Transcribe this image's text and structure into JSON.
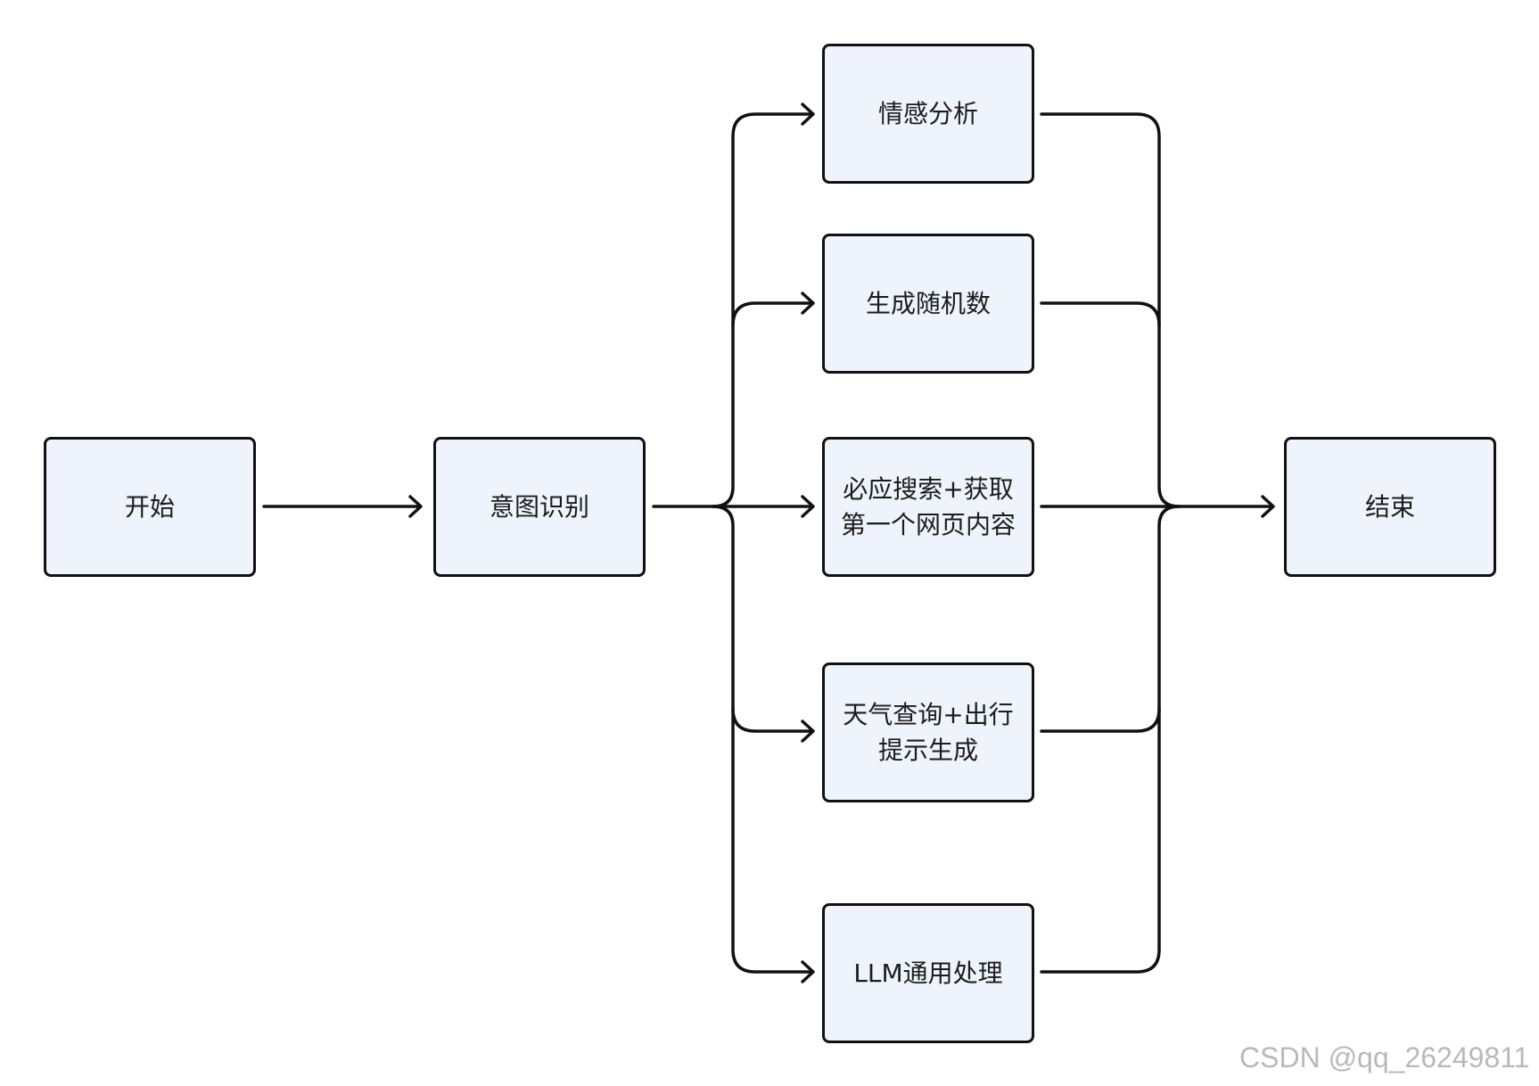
{
  "nodes": {
    "start": "开始",
    "intent": "意图识别",
    "sentiment": "情感分析",
    "random": "生成随机数",
    "search": "必应搜索+获取第一个网页内容",
    "weather": "天气查询+出行提示生成",
    "llm": "LLM通用处理",
    "end": "结束"
  },
  "edges": [
    {
      "from": "开始",
      "to": "意图识别"
    },
    {
      "from": "意图识别",
      "to": "情感分析"
    },
    {
      "from": "意图识别",
      "to": "生成随机数"
    },
    {
      "from": "意图识别",
      "to": "必应搜索+获取第一个网页内容"
    },
    {
      "from": "意图识别",
      "to": "天气查询+出行提示生成"
    },
    {
      "from": "意图识别",
      "to": "LLM通用处理"
    },
    {
      "from": "情感分析",
      "to": "结束"
    },
    {
      "from": "生成随机数",
      "to": "结束"
    },
    {
      "from": "必应搜索+获取第一个网页内容",
      "to": "结束"
    },
    {
      "from": "天气查询+出行提示生成",
      "to": "结束"
    },
    {
      "from": "LLM通用处理",
      "to": "结束"
    }
  ],
  "watermark": "CSDN @qq_26249811",
  "colors": {
    "node_fill": "#eef3fc",
    "node_border": "#111111",
    "connector": "#111111",
    "watermark": "#b9b9b9"
  }
}
